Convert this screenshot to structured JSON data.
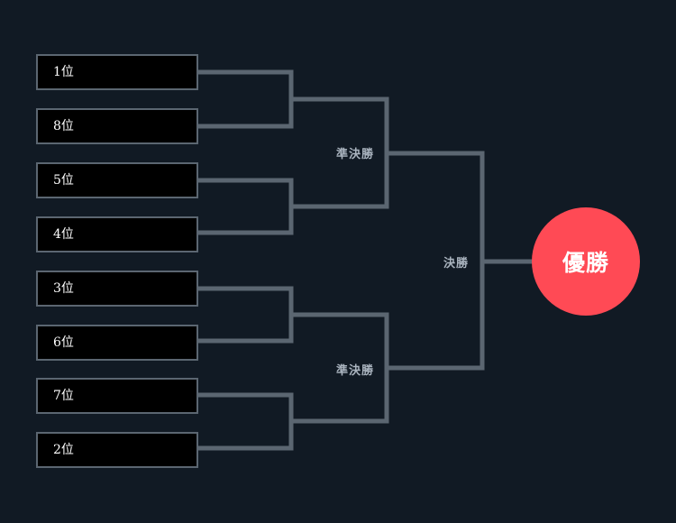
{
  "bracket": {
    "seeds": [
      "1位",
      "8位",
      "5位",
      "4位",
      "3位",
      "6位",
      "7位",
      "2位"
    ],
    "semifinal_label": "準決勝",
    "final_label": "決勝",
    "champion_label": "優勝"
  },
  "colors": {
    "background": "#111a24",
    "box_fill": "#000000",
    "box_border": "#5b6671",
    "line": "#5b6671",
    "label_text": "#aab4bf",
    "champion_fill": "#ff4a55"
  }
}
